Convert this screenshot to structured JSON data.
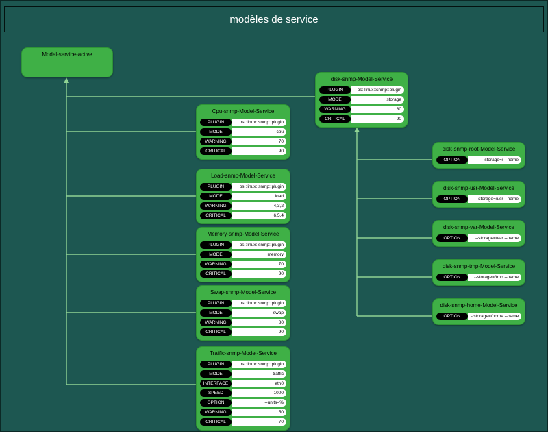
{
  "header": {
    "title": "modèles de service"
  },
  "colors": {
    "background": "#1d5751",
    "node_fill": "#3fb046",
    "node_border": "#2f9437",
    "connector": "#90d494",
    "row_label_bg": "#000000",
    "row_label_text": "#ffffff",
    "row_value_bg": "#ffffff",
    "row_value_text": "#000000"
  },
  "nodes": [
    {
      "id": "model-service-active",
      "title": "Model-service-active",
      "rows": []
    },
    {
      "id": "disk-snmp",
      "title": "disk-snmp-Model-Service",
      "rows": [
        {
          "label": "PLUGIN",
          "value": "os::linux::snmp::plugin"
        },
        {
          "label": "MODE",
          "value": "storage"
        },
        {
          "label": "WARNING",
          "value": "80"
        },
        {
          "label": "CRITICAL",
          "value": "90"
        }
      ]
    },
    {
      "id": "cpu-snmp",
      "title": "Cpu-snmp-Model-Service",
      "rows": [
        {
          "label": "PLUGIN",
          "value": "os::linux::snmp::plugin"
        },
        {
          "label": "MODE",
          "value": "cpu"
        },
        {
          "label": "WARNING",
          "value": "70"
        },
        {
          "label": "CRITICAL",
          "value": "90"
        }
      ]
    },
    {
      "id": "load-snmp",
      "title": "Load-snmp-Model-Service",
      "rows": [
        {
          "label": "PLUGIN",
          "value": "os::linux::snmp::plugin"
        },
        {
          "label": "MODE",
          "value": "load"
        },
        {
          "label": "WARNING",
          "value": "4,3,2"
        },
        {
          "label": "CRITICAL",
          "value": "6,5,4"
        }
      ]
    },
    {
      "id": "memory-snmp",
      "title": "Memory-snmp-Model-Service",
      "rows": [
        {
          "label": "PLUGIN",
          "value": "os::linux::snmp::plugin"
        },
        {
          "label": "MODE",
          "value": "memory"
        },
        {
          "label": "WARNING",
          "value": "70"
        },
        {
          "label": "CRITICAL",
          "value": "90"
        }
      ]
    },
    {
      "id": "swap-snmp",
      "title": "Swap-snmp-Model-Service",
      "rows": [
        {
          "label": "PLUGIN",
          "value": "os::linux::snmp::plugin"
        },
        {
          "label": "MODE",
          "value": "swap"
        },
        {
          "label": "WARNING",
          "value": "80"
        },
        {
          "label": "CRITICAL",
          "value": "90"
        }
      ]
    },
    {
      "id": "traffic-snmp",
      "title": "Traffic-snmp-Model-Service",
      "rows": [
        {
          "label": "PLUGIN",
          "value": "os::linux::snmp::plugin"
        },
        {
          "label": "MODE",
          "value": "traffic"
        },
        {
          "label": "INTERFACE",
          "value": "eth0"
        },
        {
          "label": "SPEED",
          "value": "1000"
        },
        {
          "label": "OPTION",
          "value": "--units=%"
        },
        {
          "label": "WARNING",
          "value": "50"
        },
        {
          "label": "CRITICAL",
          "value": "70"
        }
      ]
    },
    {
      "id": "disk-snmp-root",
      "title": "disk-snmp-root-Model-Service",
      "rows": [
        {
          "label": "OPTION",
          "value": "--storage=/ --name"
        }
      ]
    },
    {
      "id": "disk-snmp-usr",
      "title": "disk-snmp-usr-Model-Service",
      "rows": [
        {
          "label": "OPTION",
          "value": "--storage=/usr --name"
        }
      ]
    },
    {
      "id": "disk-snmp-var",
      "title": "disk-snmp-var-Model-Service",
      "rows": [
        {
          "label": "OPTION",
          "value": "--storage=/var --name"
        }
      ]
    },
    {
      "id": "disk-snmp-tmp",
      "title": "disk-snmp-tmp-Model-Service",
      "rows": [
        {
          "label": "OPTION",
          "value": "--storage=/tmp --name"
        }
      ]
    },
    {
      "id": "disk-snmp-home",
      "title": "disk-snmp-home-Model-Service",
      "rows": [
        {
          "label": "OPTION",
          "value": "--storage=/home --name"
        }
      ]
    }
  ]
}
